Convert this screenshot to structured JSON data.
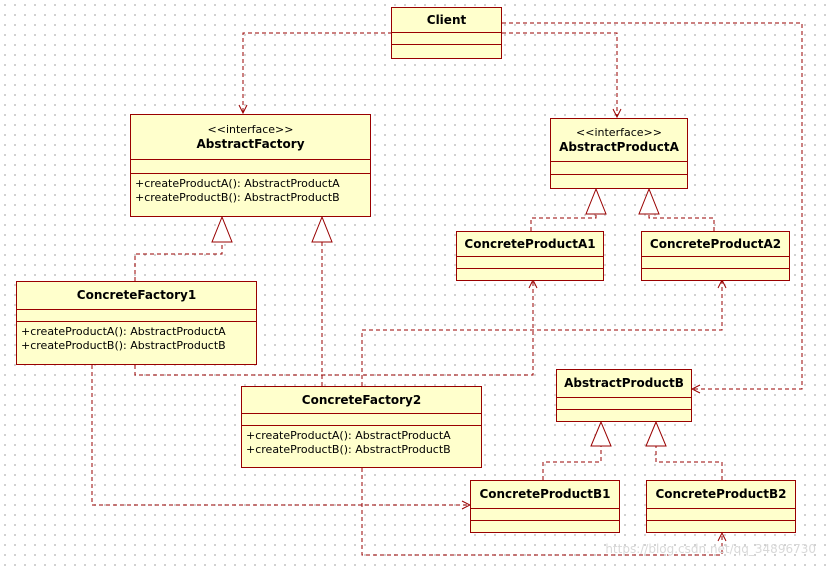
{
  "classes": {
    "client": {
      "name": "Client"
    },
    "abstract_factory": {
      "stereotype": "<<interface>>",
      "name": "AbstractFactory",
      "operations": [
        "+createProductA(): AbstractProductA",
        "+createProductB(): AbstractProductB"
      ]
    },
    "abstract_product_a": {
      "stereotype": "<<interface>>",
      "name": "AbstractProductA"
    },
    "concrete_product_a1": {
      "name": "ConcreteProductA1"
    },
    "concrete_product_a2": {
      "name": "ConcreteProductA2"
    },
    "concrete_factory_1": {
      "name": "ConcreteFactory1",
      "operations": [
        "+createProductA(): AbstractProductA",
        "+createProductB(): AbstractProductB"
      ]
    },
    "concrete_factory_2": {
      "name": "ConcreteFactory2",
      "operations": [
        "+createProductA(): AbstractProductA",
        "+createProductB(): AbstractProductB"
      ]
    },
    "abstract_product_b": {
      "name": "AbstractProductB"
    },
    "concrete_product_b1": {
      "name": "ConcreteProductB1"
    },
    "concrete_product_b2": {
      "name": "ConcreteProductB2"
    }
  },
  "relationships": [
    {
      "from": "Client",
      "to": "AbstractFactory",
      "kind": "dependency"
    },
    {
      "from": "Client",
      "to": "AbstractProductA",
      "kind": "dependency"
    },
    {
      "from": "Client",
      "to": "AbstractProductB",
      "kind": "dependency"
    },
    {
      "from": "ConcreteFactory1",
      "to": "AbstractFactory",
      "kind": "realization"
    },
    {
      "from": "ConcreteFactory2",
      "to": "AbstractFactory",
      "kind": "realization"
    },
    {
      "from": "ConcreteProductA1",
      "to": "AbstractProductA",
      "kind": "realization"
    },
    {
      "from": "ConcreteProductA2",
      "to": "AbstractProductA",
      "kind": "realization"
    },
    {
      "from": "ConcreteProductB1",
      "to": "AbstractProductB",
      "kind": "realization"
    },
    {
      "from": "ConcreteProductB2",
      "to": "AbstractProductB",
      "kind": "realization"
    },
    {
      "from": "ConcreteFactory1",
      "to": "ConcreteProductA1",
      "kind": "dependency"
    },
    {
      "from": "ConcreteFactory1",
      "to": "ConcreteProductB1",
      "kind": "dependency"
    },
    {
      "from": "ConcreteFactory2",
      "to": "ConcreteProductA2",
      "kind": "dependency"
    },
    {
      "from": "ConcreteFactory2",
      "to": "ConcreteProductB2",
      "kind": "dependency"
    }
  ],
  "colors": {
    "class_fill": "#ffffcc",
    "class_border": "#990000",
    "edge": "#990000"
  },
  "watermark": "https://blog.csdn.net/qq_34896730"
}
